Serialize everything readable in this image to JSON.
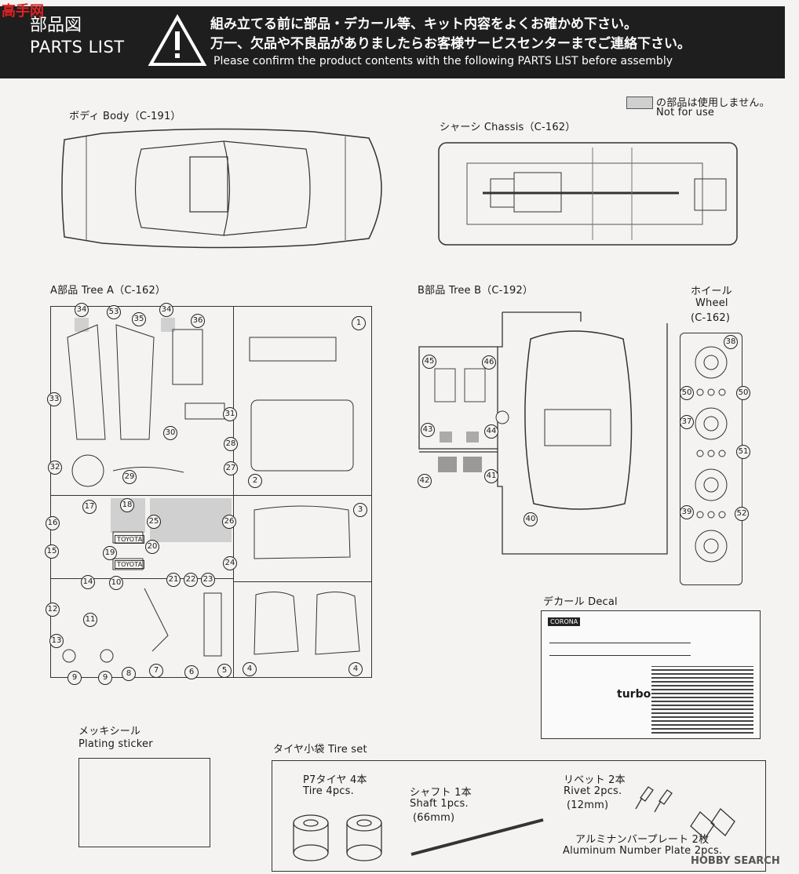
{
  "header": {
    "title_ja": "部品図",
    "title_en": "PARTS LIST",
    "warning_line1": "組み立てる前に部品・デカール等、キット内容をよくお確かめ下さい。",
    "warning_line2": "万一、欠品や不良品がありましたらお客様サービスセンターまでご連絡下さい。",
    "warning_en": "Please confirm the product contents with the following PARTS LIST before assembly"
  },
  "watermark_logo": "高手网",
  "legend": {
    "ja": "の部品は使用しません。",
    "en": "Not for use"
  },
  "body": {
    "label": "ボディ Body（C-191）"
  },
  "chassis": {
    "label": "シャーシ Chassis（C-162）"
  },
  "tree_a": {
    "label": "A部品 Tree A（C-162）",
    "parts": [
      "34",
      "53",
      "35",
      "34",
      "36",
      "1",
      "33",
      "31",
      "30",
      "28",
      "32",
      "27",
      "29",
      "2",
      "17",
      "18",
      "16",
      "25",
      "26",
      "3",
      "15",
      "19",
      "20",
      "24",
      "14",
      "10",
      "21",
      "22",
      "23",
      "12",
      "11",
      "13",
      "9",
      "9",
      "8",
      "7",
      "6",
      "5",
      "4",
      "4"
    ],
    "toyota_label": "TOYOTA"
  },
  "tree_b": {
    "label": "B部品 Tree B（C-192）",
    "parts": [
      "45",
      "46",
      "43",
      "44",
      "42",
      "41",
      "40"
    ]
  },
  "wheel": {
    "label_ja": "ホイール",
    "label_en": "Wheel",
    "code": "(C-162)",
    "parts": [
      "38",
      "50",
      "50",
      "37",
      "51",
      "39",
      "52"
    ]
  },
  "decal": {
    "label": "デカール Decal",
    "brand": "CORONA",
    "turbo": "turbo"
  },
  "plating": {
    "label_ja": "メッキシール",
    "label_en": "Plating sticker"
  },
  "tire_set": {
    "label": "タイヤ小袋 Tire set",
    "tire_ja": "P7タイヤ 4本",
    "tire_en": "Tire 4pcs.",
    "shaft_ja": "シャフト 1本",
    "shaft_en": "Shaft 1pcs.",
    "shaft_size": "(66mm)",
    "rivet_ja": "リベット 2本",
    "rivet_en": "Rivet 2pcs.",
    "rivet_size": "(12mm)",
    "plate_ja": "アルミナンバープレート 2枚",
    "plate_en": "Aluminum Number Plate 2pcs."
  },
  "footer_watermark": "HOBBY SEARCH"
}
